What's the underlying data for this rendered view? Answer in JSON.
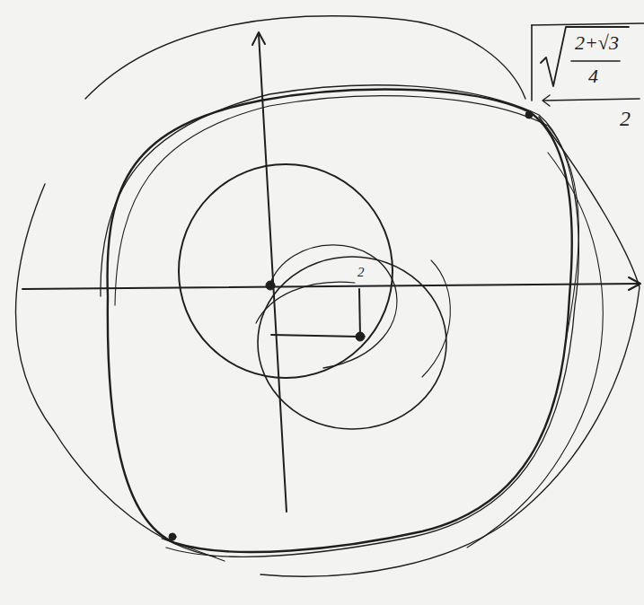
{
  "diagram": {
    "labels": [
      "2+√3",
      "4",
      "2",
      "2"
    ]
  }
}
